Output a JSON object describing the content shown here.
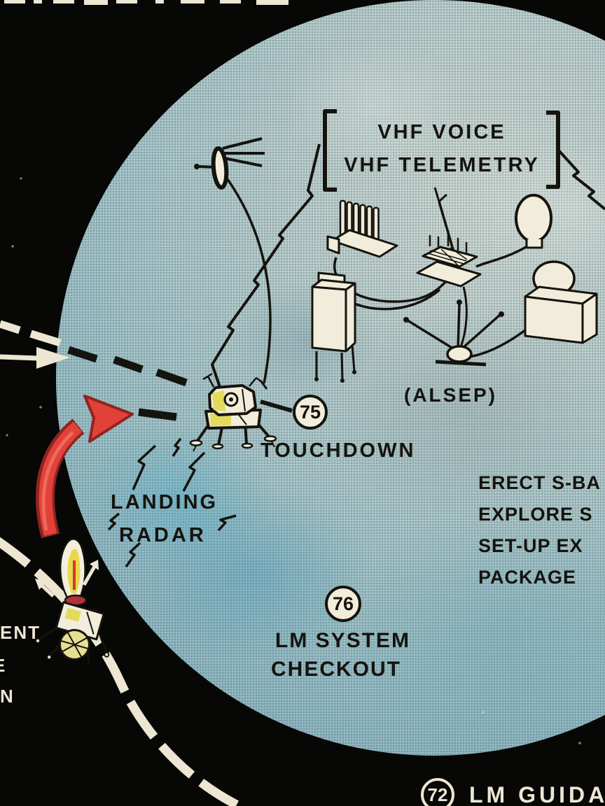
{
  "figure": {
    "description": "Apollo lunar surface operations diagram (printed poster scan)"
  },
  "moon_labels": {
    "vhf": {
      "line1": "VHF VOICE",
      "line2": "VHF TELEMETRY"
    },
    "alsep_caption": "(ALSEP)",
    "step75": {
      "number": "75",
      "label": "TOUCHDOWN"
    },
    "landing_radar": {
      "line1": "LANDING",
      "line2": "RADAR"
    },
    "step76": {
      "number": "76",
      "line1": "LM SYSTEM",
      "line2": "CHECKOUT"
    },
    "surface_tasks": {
      "line1": "ERECT S-BA",
      "line2": "EXPLORE S",
      "line3": "SET-UP EX",
      "line4": "PACKAGE"
    }
  },
  "dark_labels": {
    "step72": {
      "number": "72",
      "label": "LM GUIDA"
    },
    "left_edge_fragments": {
      "line1": "ENT",
      "line2": "E",
      "line3": "N"
    }
  },
  "icons": {
    "dish": "s-band-dish-icon",
    "radiator": "alsep-radiator-icon",
    "magnetometer": "alsep-tall-box-icon",
    "central_station": "alsep-central-station-icon",
    "dome": "alsep-dome-experiment-icon",
    "rtg": "alsep-rtg-box-icon",
    "gimbal": "alsep-antenna-gimbal-icon",
    "lm_landed": "lm-touchdown-icon",
    "lm_descending": "lm-descent-icon",
    "red_arrow": "red-curved-arrow",
    "white_arrow": "white-trajectory-arrow"
  },
  "colors": {
    "background": "#070705",
    "moon": "#9fbfc4",
    "ink": "#15130e",
    "cream": "#ece6d2",
    "arrow_red": "#e2413a",
    "lm_yellow": "#e3da5c"
  }
}
